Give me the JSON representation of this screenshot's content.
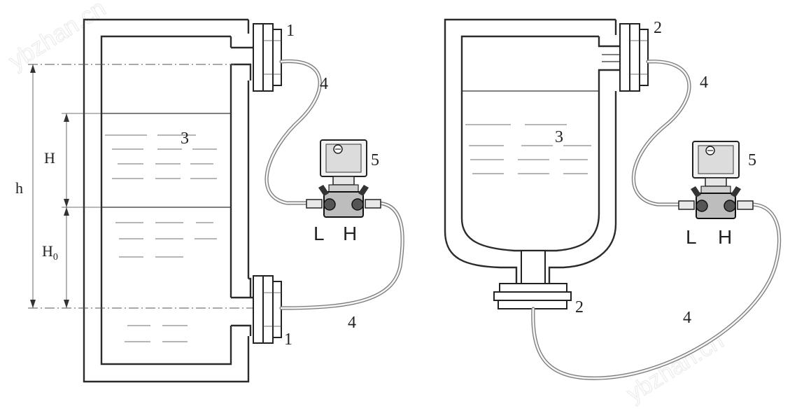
{
  "watermark": "ybzhan.cn",
  "labels": {
    "flange_left": "1",
    "flange_right": "2",
    "vessel": "3",
    "capillary": "4",
    "transmitter": "5"
  },
  "dimensions": {
    "h": "h",
    "H": "H",
    "H0_base": "H",
    "H0_sub": "0"
  },
  "ports": {
    "low": "L",
    "high": "H"
  }
}
